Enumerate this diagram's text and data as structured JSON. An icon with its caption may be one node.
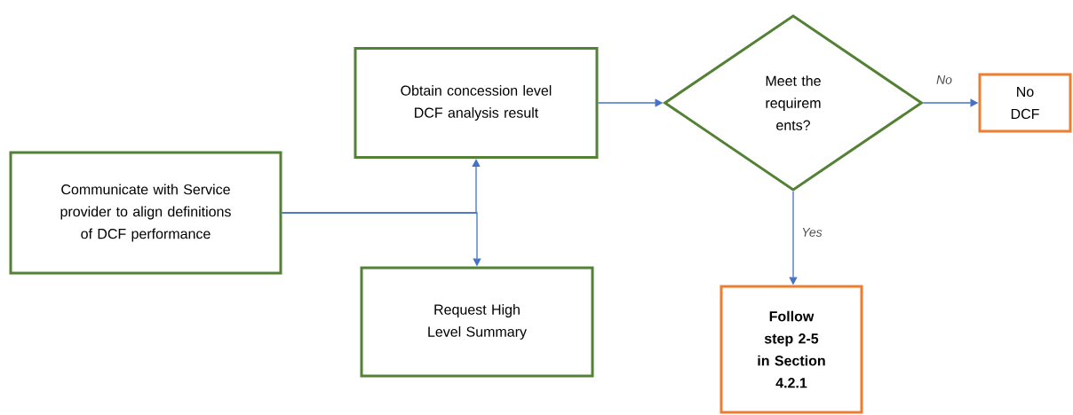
{
  "diagram": {
    "nodes": [
      {
        "text": [
          "Communicate with Service provider to align definitions of DCF performance"
        ]
      },
      {
        "text": [
          "Obtain concession level DCF analysis result"
        ]
      },
      {
        "text": [
          "Request High Level Summary"
        ]
      },
      {
        "text": [
          "Meet the requirem ents?"
        ]
      },
      {
        "text": [
          "No DCF"
        ]
      },
      {
        "text": [
          "Follow step 2-5 in Section 4.2.1"
        ]
      }
    ],
    "edges": [
      {
        "from": 0,
        "to": 1,
        "arrow": "to"
      },
      {
        "from": 0,
        "to": 2,
        "arrow": "to"
      },
      {
        "from": 1,
        "to": 3,
        "arrow": "to"
      },
      {
        "from": 3,
        "to": 4,
        "label": "No",
        "arrow": "to"
      },
      {
        "from": 3,
        "to": 5,
        "label": "Yes",
        "arrow": "to"
      }
    ]
  }
}
